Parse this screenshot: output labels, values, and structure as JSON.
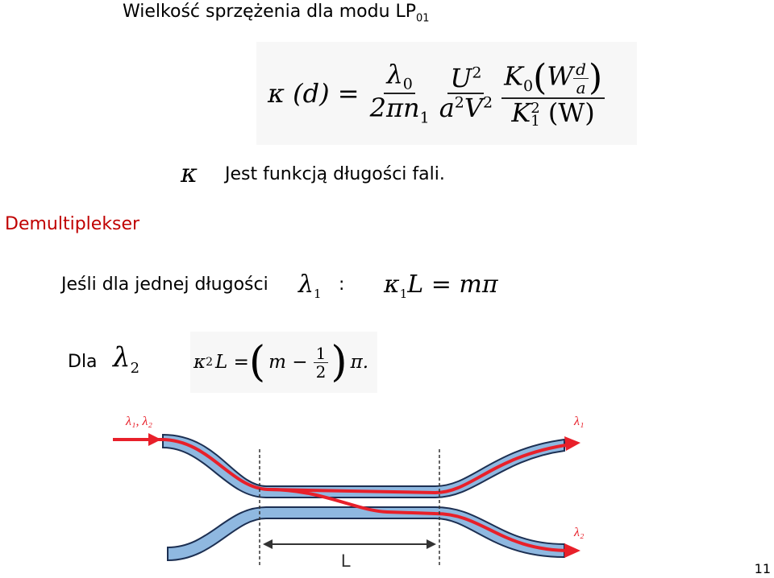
{
  "slide": {
    "title": "Wielkość sprzężenia dla modu LP",
    "title_subscript": "01",
    "side_label": "Demultiplekser",
    "page_number": "11"
  },
  "kappa_note": {
    "symbol": "κ",
    "text": "Jest funkcją długości fali."
  },
  "formula_main": {
    "lhs": "κ (d) =",
    "f1_num": "λ",
    "f1_num_sub": "0",
    "f1_den": "2πn",
    "f1_den_sub": "1",
    "f2_num": "U",
    "f2_num_sup": "2",
    "f2_den_a": "a",
    "f2_den_a_sup": "2",
    "f2_den_v": "V",
    "f2_den_v_sup": "2",
    "f3_num_k": "K",
    "f3_num_k_sub": "0",
    "f3_num_w": "W",
    "f3_small_num": "d",
    "f3_small_den": "a",
    "f3_den_k": "K",
    "f3_den_k_sup": "2",
    "f3_den_k_sub": "1",
    "f3_den_arg": "(W)"
  },
  "condition1": {
    "text": "Jeśli dla jednej długości",
    "lambda": "λ",
    "lambda_sub": "1",
    "colon": ":",
    "eq_kappa": "κ",
    "eq_kappa_sub": "1",
    "eq_rest": "L = mπ"
  },
  "condition2": {
    "text": "Dla",
    "lambda": "λ",
    "lambda_sub": "2",
    "eq_kappa": "κ",
    "eq_kappa_sub": "2",
    "eq_lhs_rest": "L =",
    "eq_m_minus": "m −",
    "eq_frac_num": "1",
    "eq_frac_den": "2",
    "eq_tail": "π."
  },
  "diagram": {
    "input_label": "λ₁, λ₂",
    "output_top_label": "λ₁",
    "output_bottom_label": "λ₂",
    "length_label": "L",
    "colors": {
      "waveguide_fill": "#8fb8e0",
      "waveguide_edge": "#1c2f52",
      "light_path": "#e8202a",
      "dim_line": "#333333"
    }
  }
}
